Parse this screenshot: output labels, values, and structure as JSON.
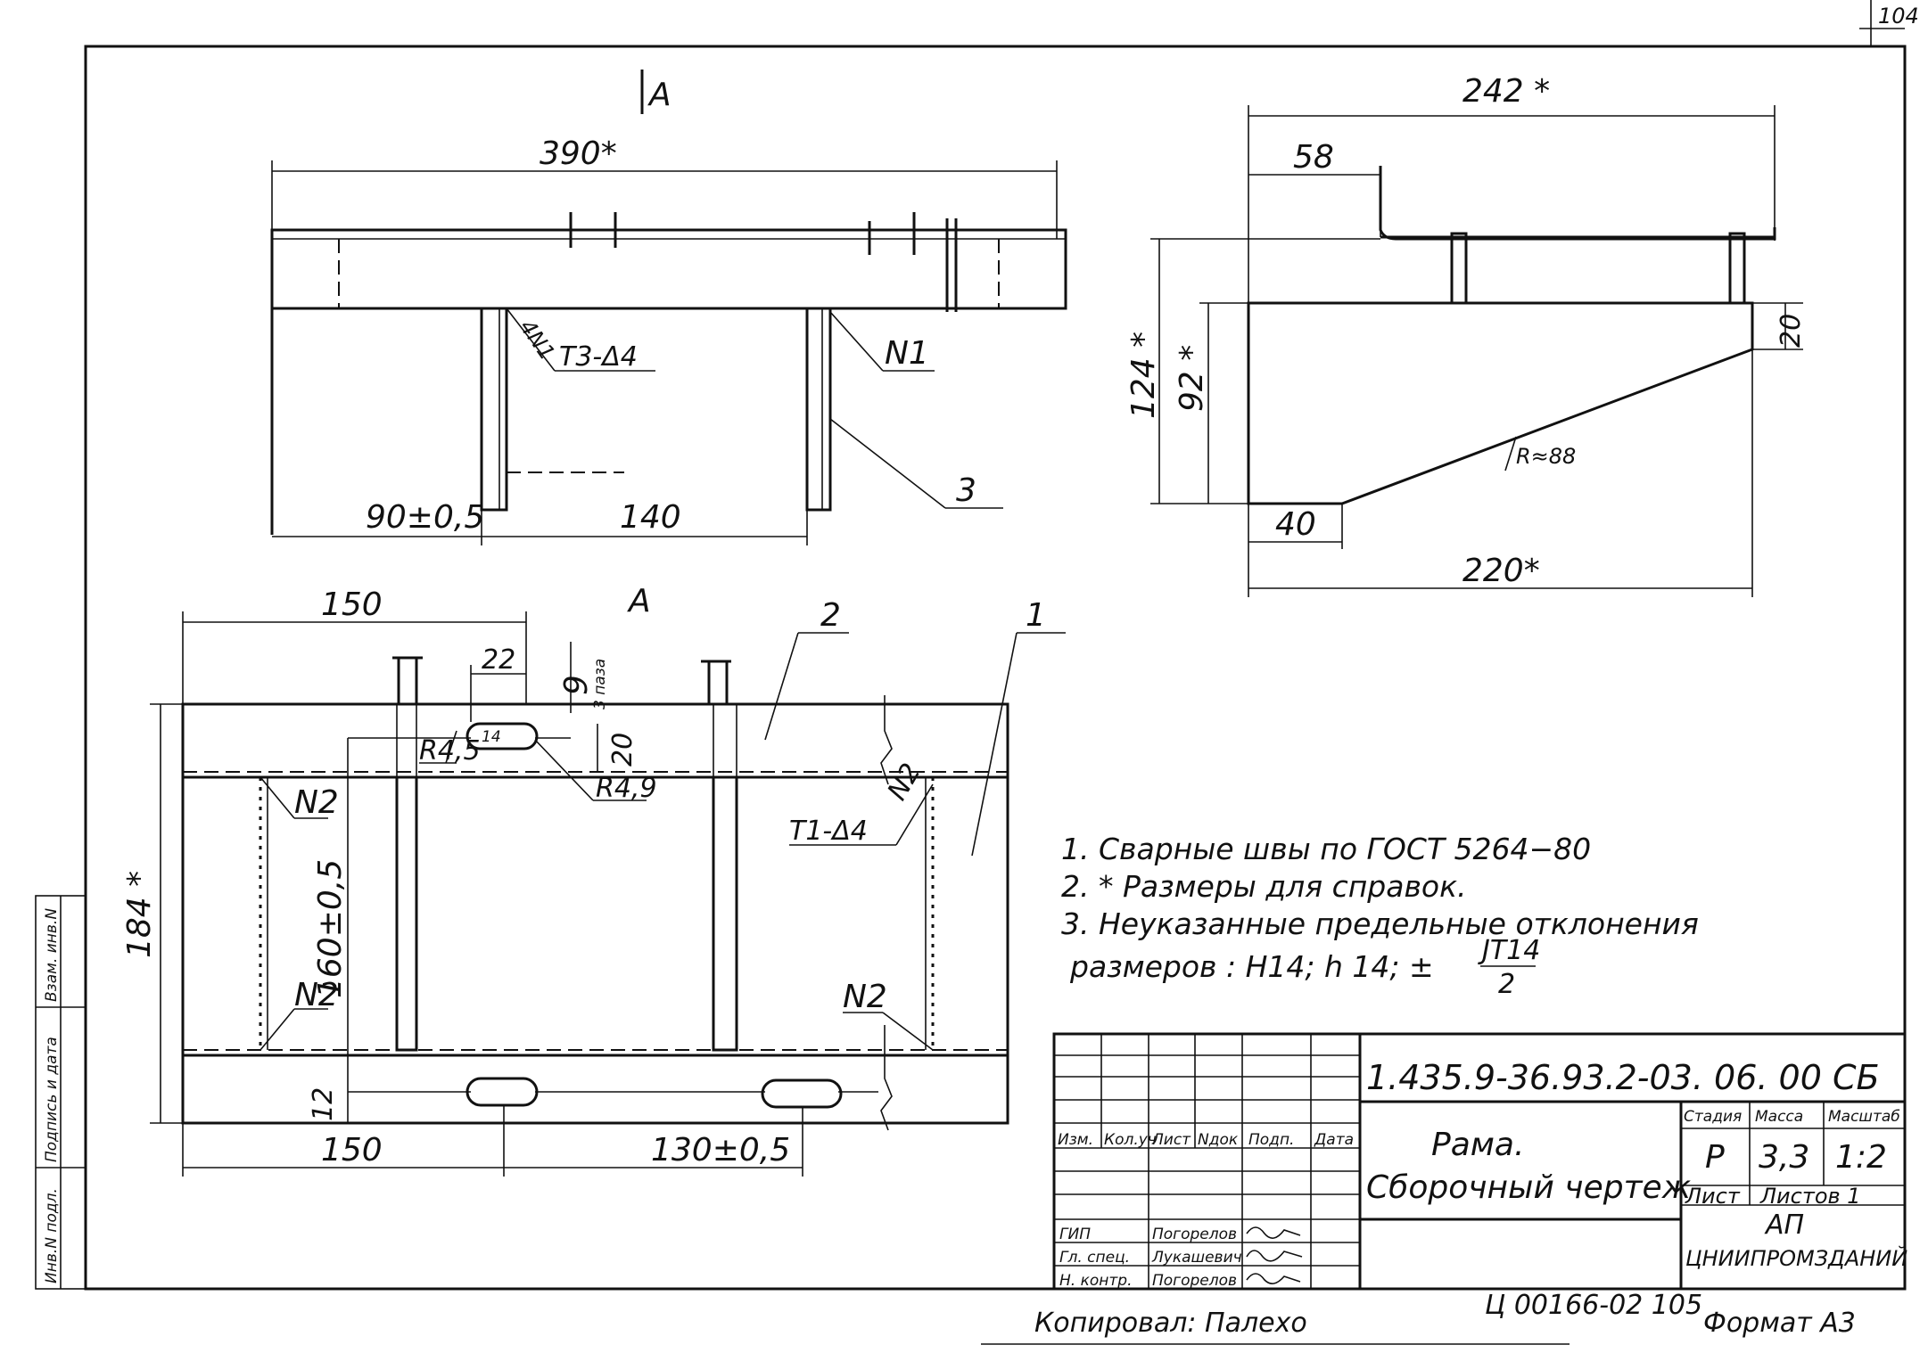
{
  "sheet_number": "104",
  "section_a": {
    "marker": "A",
    "view_label": "A"
  },
  "top_view": {
    "dim_length": "390*",
    "dim_left": "90±0,5",
    "dim_mid": "140",
    "weld_left": "Т3-Δ4",
    "weld_left_symbol": "4N1",
    "weld_right": "N1",
    "part_3": "3"
  },
  "side_view": {
    "dim_top": "242 *",
    "dim_step": "58",
    "dim_height_total": "124 *",
    "dim_height": "92 *",
    "dim_lip": "20",
    "dim_foot": "40",
    "dim_base": "220*",
    "radius": "R≈88"
  },
  "plan_view": {
    "dim_150_top": "150",
    "dim_22": "22",
    "dim_9": "9",
    "dim_9_note": "3 паза",
    "dim_20": "20",
    "dim_r45": "R4,5",
    "dim_r49": "R4,9",
    "dim_14": "14",
    "dim_184": "184 *",
    "dim_160": "160±0,5",
    "dim_12": "12",
    "dim_150_bottom": "150",
    "dim_130": "130±0,5",
    "weld_n2_tl": "N2",
    "weld_n2_bl": "N2",
    "weld_n2_tr": "N2",
    "weld_n2_br": "N2",
    "weld_t1": "Т1-Δ4",
    "part_1": "1",
    "part_2": "2"
  },
  "notes": {
    "line1": "1. Сварные   швы  по ГОСТ 5264−80",
    "line2": "2. * Размеры    для  справок.",
    "line3": "3. Неуказанные    предельные    отклонения",
    "line4_prefix": "размеров :  Н14; h 14; ±",
    "fraction_num": "JT14",
    "fraction_den": "2"
  },
  "title_block": {
    "doc_code": "1.435.9-36.93.2-03. 06. 00  СБ",
    "title_line1": "Рама.",
    "title_line2": "Сборочный   чертеж",
    "col_izm": "Изм.",
    "col_kol": "Кол.уч",
    "col_list": "Лист",
    "col_ndok": "Nдок",
    "col_podp": "Подп.",
    "col_data": "Дата",
    "role_gip": "ГИП",
    "role_gl": "Гл. спец.",
    "role_nk": "Н. контр.",
    "name_gip": "Погорелов",
    "name_gl": "Лукашевич",
    "name_nk": "Погорелов",
    "stage_label": "Стадия",
    "mass_label": "Масса",
    "scale_label": "Масштаб",
    "stage_value": "Р",
    "mass_value": "3,3",
    "scale_value": "1:2",
    "sheet_label": "Лист",
    "sheets_label": "Листов 1",
    "org_line1": "АП",
    "org_line2": "ЦНИИПРОМЗДАНИЙ"
  },
  "side_strip": {
    "inv_podl": "Инв.N подл.",
    "podp_data": "Подпись и дата",
    "vzam_inv": "Взам. инв.N"
  },
  "footer": {
    "copied": "Копировал: Палехо",
    "archive": "Ц 00166-02  105",
    "format": "Формат А3"
  }
}
